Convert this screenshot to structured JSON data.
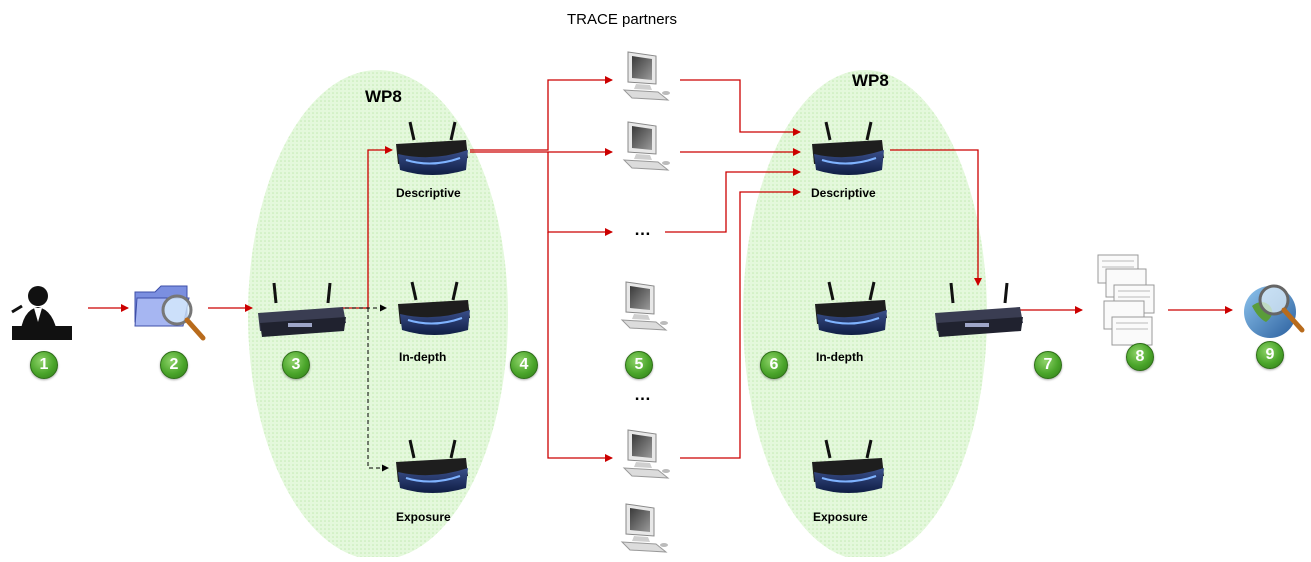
{
  "title": "TRACE partners",
  "wp_left": "WP8",
  "wp_right": "WP8",
  "left_nodes": {
    "descriptive": "Descriptive",
    "in_depth": "In-depth",
    "exposure": "Exposure"
  },
  "right_nodes": {
    "descriptive": "Descriptive",
    "in_depth": "In-depth",
    "exposure": "Exposure"
  },
  "ellipsis_upper": "…",
  "ellipsis_lower": "…",
  "steps": [
    "1",
    "2",
    "3",
    "4",
    "5",
    "6",
    "7",
    "8",
    "9"
  ],
  "colors": {
    "arrow": "#cc0000",
    "dashed_arrow": "#000000",
    "ellipse": "#d8f5cf",
    "step_badge": "#4aa52a"
  }
}
